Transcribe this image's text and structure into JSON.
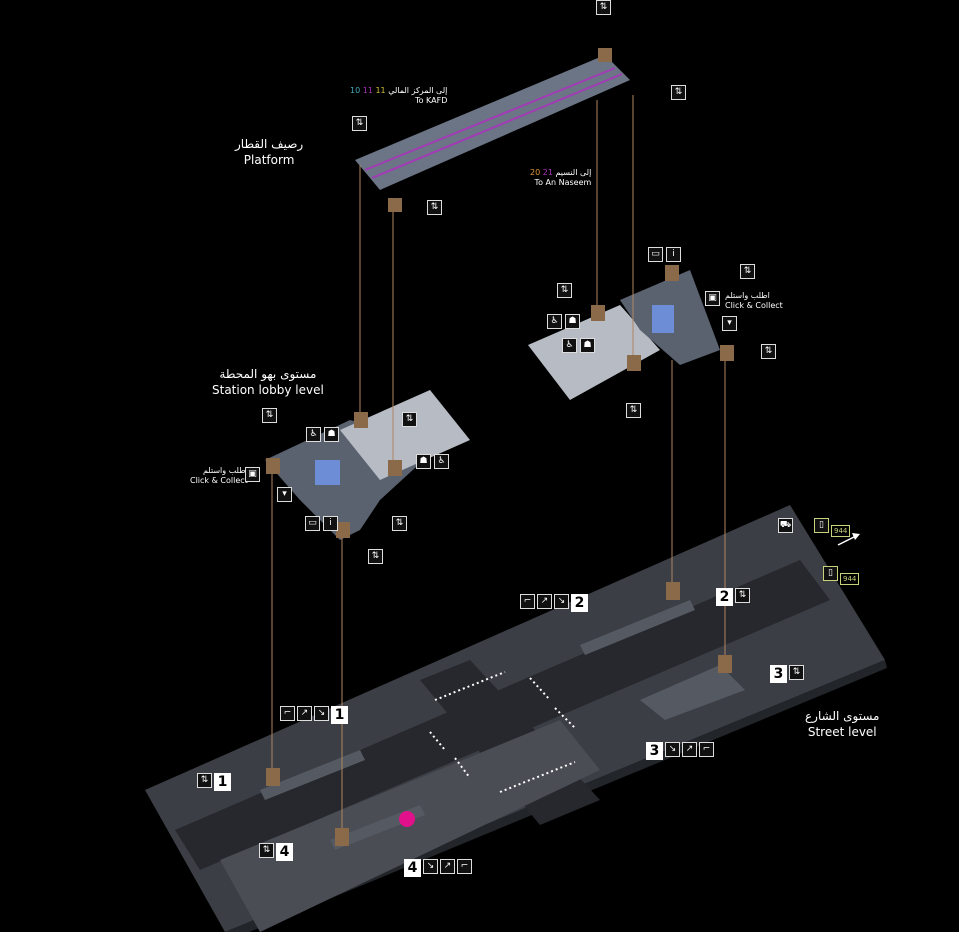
{
  "levels": {
    "platform": {
      "ar": "رصيف القطار",
      "en": "Platform"
    },
    "lobby": {
      "ar": "مستوى بهو المحطة",
      "en": "Station lobby level"
    },
    "street": {
      "ar": "مستوى الشارع",
      "en": "Street level"
    }
  },
  "destinations": {
    "kafd": {
      "ar": "إلى المركز المالي",
      "en": "To KAFD",
      "lines": [
        "10",
        "11",
        "11"
      ]
    },
    "naseem": {
      "ar": "إلى النسيم",
      "en": "To An Naseem",
      "lines": [
        "20",
        "21"
      ]
    }
  },
  "click_collect": {
    "ar": "اطلب واستلم",
    "en": "Click & Collect"
  },
  "entrances": [
    "1",
    "2",
    "3",
    "4"
  ],
  "bus_route": "944",
  "icons": {
    "elevator": "elevator-icon",
    "escalator": "escalator-icon",
    "stairs": "stairs-icon",
    "wheelchair": "wheelchair-icon",
    "info": "info-icon",
    "ticket": "ticket-icon",
    "taxi": "taxi-icon",
    "bus": "bus-icon",
    "pedestrian": "pedestrian-icon"
  },
  "colors": {
    "line_purple": "#a23bb5",
    "pedestrian": "#e0118a",
    "bus": "#c8d27a"
  }
}
